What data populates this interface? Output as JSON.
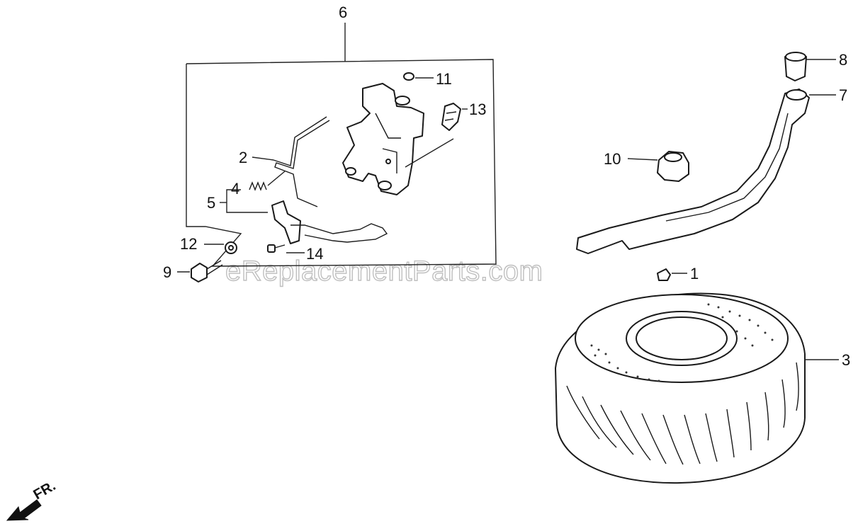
{
  "diagram": {
    "watermark": "eReplacementParts.com",
    "direction_marker": "FR.",
    "callouts": [
      {
        "id": "1",
        "label": "1"
      },
      {
        "id": "2",
        "label": "2"
      },
      {
        "id": "3",
        "label": "3"
      },
      {
        "id": "4",
        "label": "4"
      },
      {
        "id": "5",
        "label": "5"
      },
      {
        "id": "6",
        "label": "6"
      },
      {
        "id": "7",
        "label": "7"
      },
      {
        "id": "8",
        "label": "8"
      },
      {
        "id": "9",
        "label": "9"
      },
      {
        "id": "10",
        "label": "10"
      },
      {
        "id": "11",
        "label": "11"
      },
      {
        "id": "12",
        "label": "12"
      },
      {
        "id": "13",
        "label": "13"
      },
      {
        "id": "14",
        "label": "14"
      }
    ]
  }
}
